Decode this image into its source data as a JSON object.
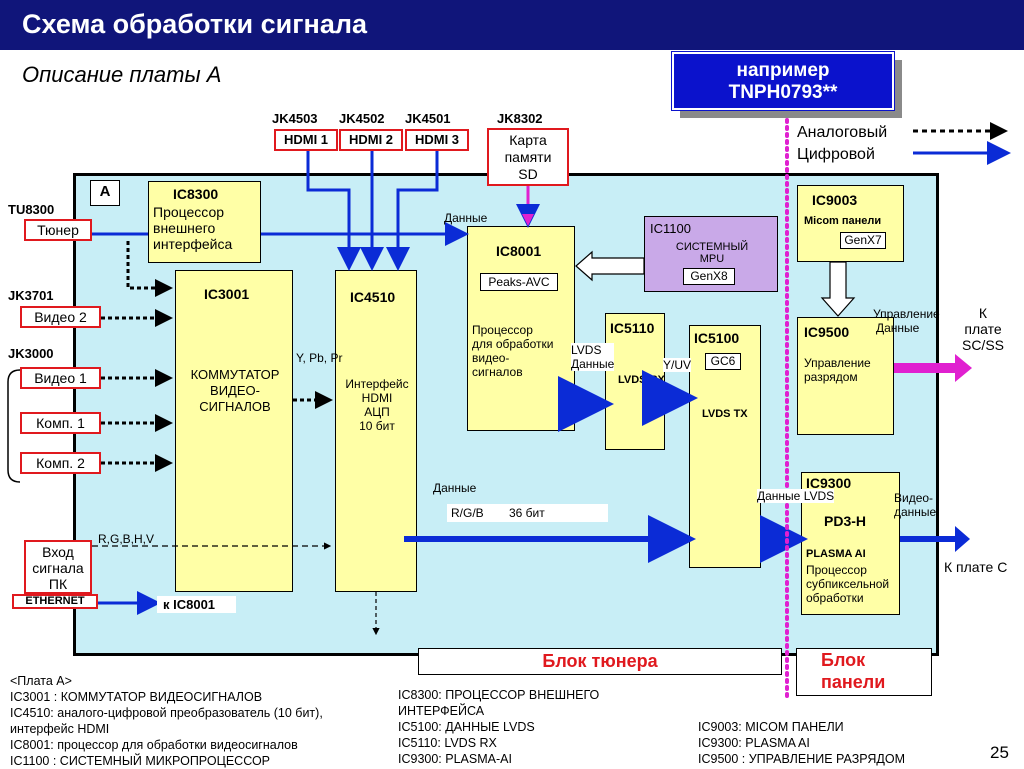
{
  "header": {
    "title": "Схема обработки сигнала"
  },
  "subtitle": "Описание платы А",
  "example_box": {
    "line1": "например",
    "line2": "TNPH0793**"
  },
  "legend": {
    "analog": "Аналоговый",
    "digital": "Цифровой"
  },
  "connectors": {
    "jk4503": "JK4503",
    "jk4502": "JK4502",
    "jk4501": "JK4501",
    "hdmi1": "HDMI 1",
    "hdmi2": "HDMI 2",
    "hdmi3": "HDMI 3",
    "jk8302": "JK8302",
    "sd_card": [
      "Карта",
      "памяти",
      "SD"
    ],
    "tu8300": "TU8300",
    "tuner": "Тюнер",
    "jk3701": "JK3701",
    "video2": "Видео 2",
    "jk3000": "JK3000",
    "video1": "Видео 1",
    "comp1": "Комп. 1",
    "comp2": "Комп. 2",
    "pc_input": [
      "Вход",
      "сигнала",
      "ПК"
    ],
    "ethernet": "ETHERNET"
  },
  "board": {
    "label": "A"
  },
  "blocks": {
    "ic8300": {
      "name": "IC8300",
      "desc": [
        "Процессор",
        "внешнего",
        "интерфейса"
      ]
    },
    "ic3001": {
      "name": "IC3001",
      "desc": [
        "КОММУТАТОР",
        "ВИДЕО-",
        "СИГНАЛОВ"
      ]
    },
    "ic4510": {
      "name": "IC4510",
      "desc": [
        "Интерфейс",
        "HDMI",
        "АЦП",
        "10 бит"
      ]
    },
    "ic8001": {
      "name": "IC8001",
      "chip": "Peaks-AVC",
      "desc": [
        "Процессор",
        "для обработки",
        "видео-",
        "сигналов"
      ]
    },
    "ic1100": {
      "name": "IC1100",
      "desc": [
        "СИСТЕМНЫЙ",
        "MPU"
      ],
      "chip": "GenX8"
    },
    "ic5110": {
      "name": "IC5110",
      "desc": "LVDS RX"
    },
    "ic5100": {
      "name": "IC5100",
      "chip": "GC6",
      "desc": "LVDS TX"
    },
    "ic9003": {
      "name": "IC9003",
      "desc": "Micom панели",
      "chip": "GenX7"
    },
    "ic9500": {
      "name": "IC9500",
      "desc": [
        "Управление",
        "разрядом"
      ]
    },
    "ic9300": {
      "name": "IC9300",
      "sub": "PD3-H",
      "desc_bold": "PLASMA AI",
      "desc": [
        "Процессор",
        "субпиксельной",
        "обработки"
      ]
    }
  },
  "labels": {
    "data1": "Данные",
    "ypbpr": "Y, Pb, Pr",
    "lvds_data": [
      "LVDS",
      "Данные"
    ],
    "yuv": "Y/UV",
    "control_data": [
      "Управление",
      "Данные"
    ],
    "to_board_ss": [
      "К",
      "плате",
      "SC/SS"
    ],
    "data2": "Данные",
    "rgb36": "R/G/B",
    "bits36": "36 бит",
    "rgbhv": "R,G,B,H,V",
    "to_ic8001": "к IC8001",
    "data_lvds": "Данные LVDS",
    "video_data": [
      "Видео-",
      "данные"
    ],
    "to_board_c": "К плате C"
  },
  "sections": {
    "tuner_block": "Блок тюнера",
    "panel_block": [
      "Блок",
      "панели"
    ]
  },
  "footnotes": {
    "col1": [
      "<Плата A>",
      "IC3001 : КОММУТАТОР ВИДЕОСИГНАЛОВ",
      "IC4510: аналого-цифровой преобразователь (10 бит),",
      "интерфейс HDMI",
      "IC8001: процессор для обработки видеосигналов",
      "IC1100 : СИСТЕМНЫЙ МИКРОПРОЦЕССОР"
    ],
    "col2": [
      "IC8300: ПРОЦЕССОР ВНЕШНЕГО",
      "ИНТЕРФЕЙСА",
      "IC5100: ДАННЫЕ LVDS",
      "IC5110:  LVDS  RX",
      "IC9300:  PLASMA-AI"
    ],
    "col3": [
      "IC9003: MICOM ПАНЕЛИ",
      "IC9300: PLASMA AI",
      "IC9500 : УПРАВЛЕНИЕ РАЗРЯДОМ"
    ]
  },
  "page_number": "25",
  "colors": {
    "header": "#10157a",
    "board": "#c8eef6",
    "block": "#ffffa6",
    "mpu": "#c9a9e8",
    "digital": "#0b2bd6",
    "connector_border": "#e0191e",
    "divider": "#e020d0",
    "section_text": "#e0191e"
  }
}
